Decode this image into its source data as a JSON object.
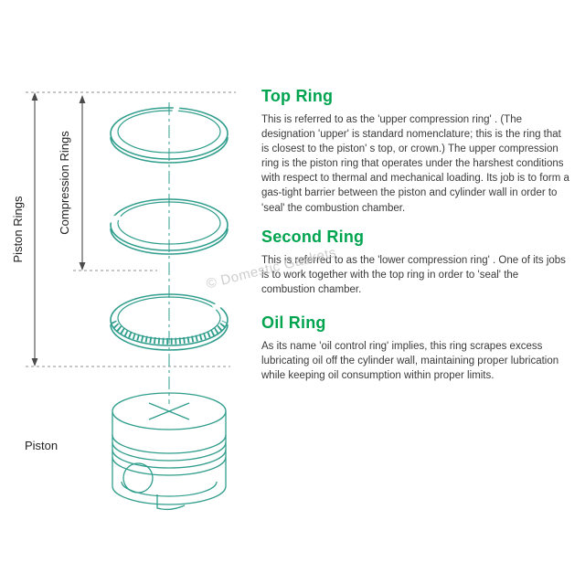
{
  "colors": {
    "diagram_stroke": "#2f9d8c",
    "heading_green": "#00a44f",
    "body_text": "#3a3a3a",
    "dimension": "#4a4a4a",
    "watermark": "#c5c5c5"
  },
  "diagram": {
    "piston_rings_label": "Piston Rings",
    "compression_rings_label": "Compression Rings",
    "piston_label": "Piston"
  },
  "watermark": "© Domestic Gaskets",
  "sections": [
    {
      "title": "Top Ring",
      "body": "This is referred to as the 'upper compression ring' . (The designation 'upper' is standard nomenclature; this is the ring that is closest to the piston' s top, or crown.) The upper compression ring is the piston ring that operates under the harshest  conditions with respect to thermal and mechanical loading. Its job is to form a gas-tight barrier between the piston and cylinder wall in order to 'seal' the combustion chamber."
    },
    {
      "title": "Second Ring",
      "body": "This is referred to as the 'lower compression ring' . One of its jobs is to work together with the top ring in order to 'seal' the combustion chamber."
    },
    {
      "title": "Oil Ring",
      "body": "As its name 'oil control ring' implies, this ring scrapes excess lubricating oil off the cylinder wall, maintaining proper lubrication while keeping oil consumption within proper limits."
    }
  ]
}
